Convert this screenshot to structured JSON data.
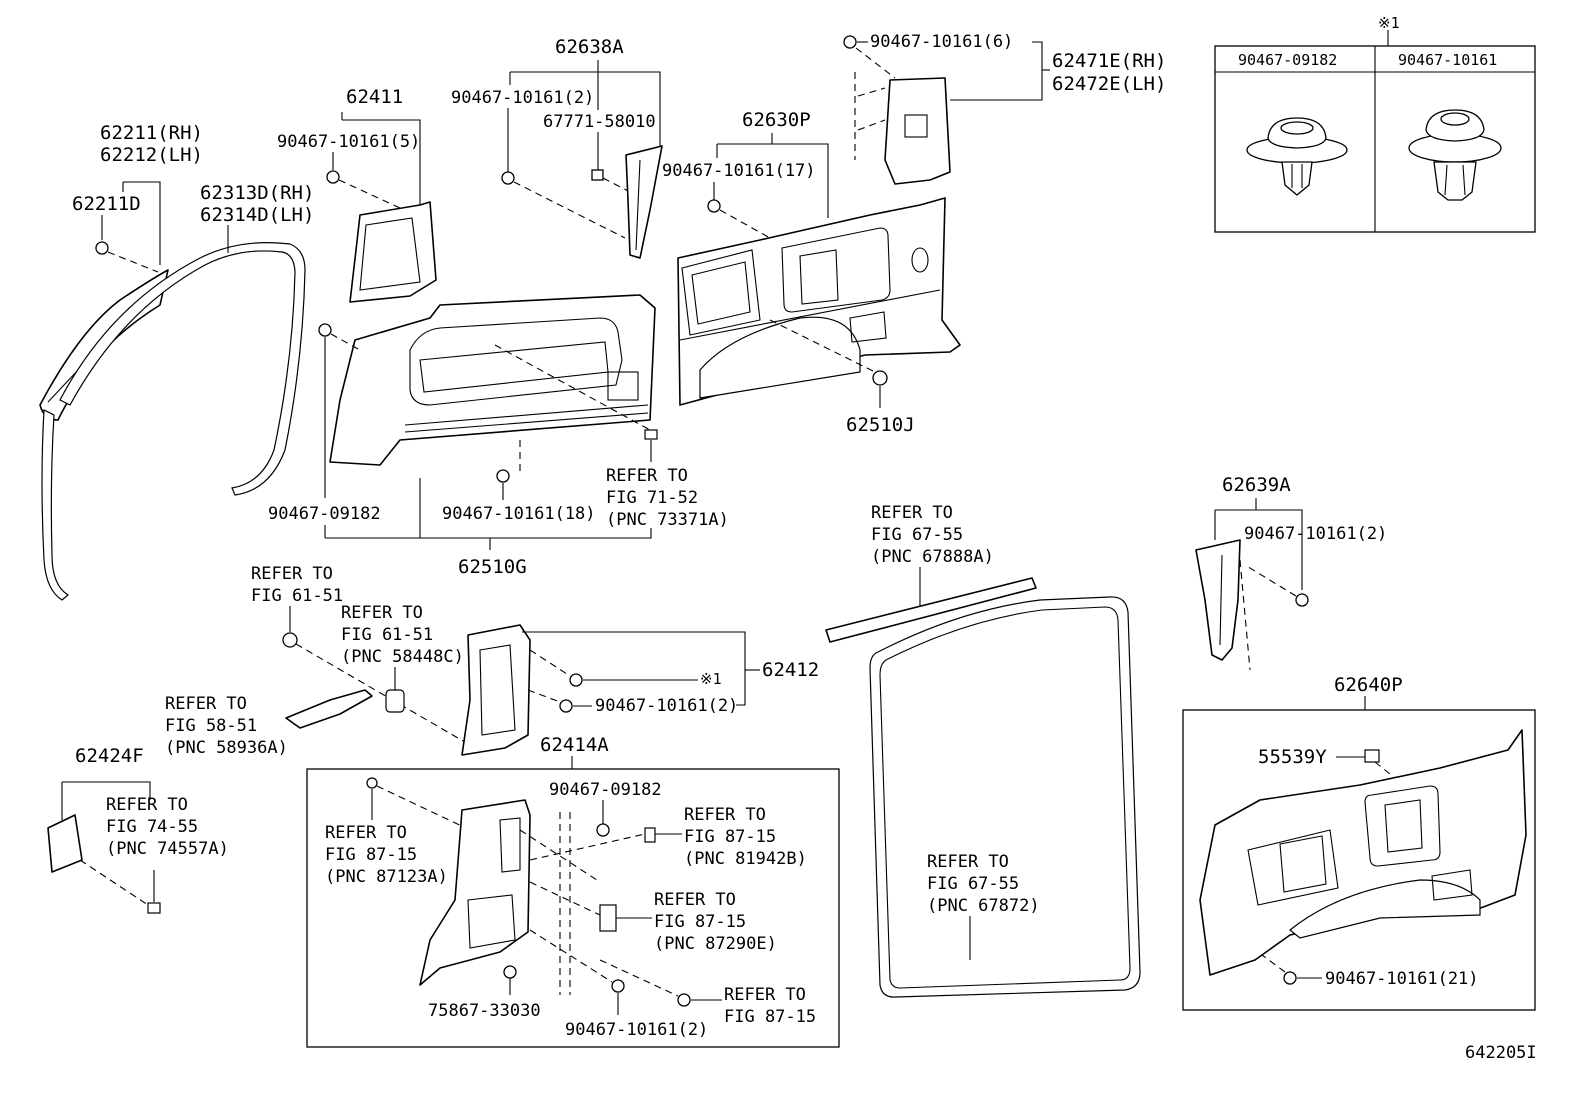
{
  "figure_code": "642205I",
  "note_mark": "※1",
  "inset": {
    "mark": "※1",
    "col1": "90467-09182",
    "col2": "90467-10161"
  },
  "labels": {
    "l62211": "62211(RH)",
    "l62212": "62212(LH)",
    "l62211d": "62211D",
    "l62313d": "62313D(RH)",
    "l62314d": "62314D(LH)",
    "l62411": "62411",
    "c_10161_5": "90467-10161(5)",
    "l62638a": "62638A",
    "c_10161_2a": "90467-10161(2)",
    "l67771": "67771-58010",
    "l62630p": "62630P",
    "c_10161_17": "90467-10161(17)",
    "c_10161_6": "90467-10161(6)",
    "l62471e": "62471E(RH)",
    "l62472e": "62472E(LH)",
    "l62510j": "62510J",
    "c_09182a": "90467-09182",
    "c_10161_18": "90467-10161(18)",
    "ref_71_52_a": "REFER TO",
    "ref_71_52_b": "FIG 71-52",
    "ref_71_52_c": "(PNC 73371A)",
    "l62510g": "62510G",
    "ref_61_51a_a": "REFER TO",
    "ref_61_51a_b": "FIG 61-51",
    "ref_61_51b_a": "REFER TO",
    "ref_61_51b_b": "FIG 61-51",
    "ref_61_51b_c": "(PNC 58448C)",
    "ref_58_51_a": "REFER TO",
    "ref_58_51_b": "FIG 58-51",
    "ref_58_51_c": "(PNC 58936A)",
    "l62412": "62412",
    "c_10161_2b": "90467-10161(2)",
    "mark_x1": "※1",
    "l62424f": "62424F",
    "ref_74_55_a": "REFER TO",
    "ref_74_55_b": "FIG 74-55",
    "ref_74_55_c": "(PNC 74557A)",
    "l62414a": "62414A",
    "c_09182b": "90467-09182",
    "ref_87_15a_a": "REFER TO",
    "ref_87_15a_b": "FIG 87-15",
    "ref_87_15a_c": "(PNC 87123A)",
    "ref_87_15b_a": "REFER TO",
    "ref_87_15b_b": "FIG 87-15",
    "ref_87_15b_c": "(PNC 81942B)",
    "ref_87_15c_a": "REFER TO",
    "ref_87_15c_b": "FIG 87-15",
    "ref_87_15c_c": "(PNC 87290E)",
    "ref_87_15d_a": "REFER TO",
    "ref_87_15d_b": "FIG 87-15",
    "l75867": "75867-33030",
    "c_10161_2c": "90467-10161(2)",
    "ref_67_55a_a": "REFER TO",
    "ref_67_55a_b": "FIG 67-55",
    "ref_67_55a_c": "(PNC 67888A)",
    "ref_67_55b_a": "REFER TO",
    "ref_67_55b_b": "FIG 67-55",
    "ref_67_55b_c": "(PNC 67872)",
    "l62639a": "62639A",
    "c_10161_2d": "90467-10161(2)",
    "l62640p": "62640P",
    "l55539y": "55539Y",
    "c_10161_21": "90467-10161(21)"
  }
}
